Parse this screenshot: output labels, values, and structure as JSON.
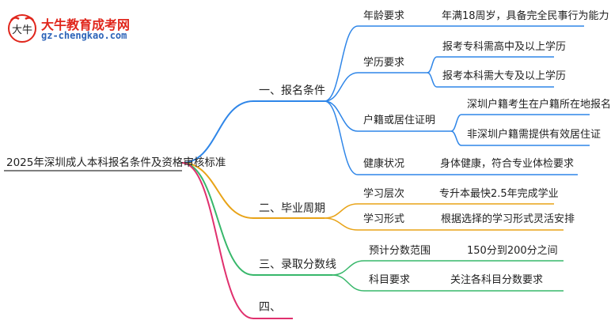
{
  "logo": {
    "title": "大牛教育成考网",
    "url": "gz-chengkao.com",
    "mark_text": "大牛"
  },
  "root": "2025年深圳成人本科报名条件及资格审核标准",
  "branches": [
    {
      "label": "一、报名条件",
      "color": "#2f86e8",
      "children": [
        {
          "label": "年龄要求",
          "leaves": [
            "年满18周岁，具备完全民事行为能力"
          ]
        },
        {
          "label": "学历要求",
          "leaves": [
            "报考专科需高中及以上学历",
            "报考本科需大专及以上学历"
          ]
        },
        {
          "label": "户籍或居住证明",
          "leaves": [
            "深圳户籍考生在户籍所在地报名",
            "非深圳户籍需提供有效居住证"
          ]
        },
        {
          "label": "健康状况",
          "leaves": [
            "身体健康，符合专业体检要求"
          ]
        }
      ]
    },
    {
      "label": "二、毕业周期",
      "color": "#e8a317",
      "children": [
        {
          "label": "学习层次",
          "leaves": [
            "专升本最快2.5年完成学业"
          ]
        },
        {
          "label": "学习形式",
          "leaves": [
            "根据选择的学习形式灵活安排"
          ]
        }
      ]
    },
    {
      "label": "三、录取分数线",
      "color": "#37b76a",
      "children": [
        {
          "label": "预计分数范围",
          "leaves": [
            "150分到200分之间"
          ]
        },
        {
          "label": "科目要求",
          "leaves": [
            "关注各科目分数要求"
          ]
        }
      ]
    },
    {
      "label": "四、",
      "color": "#e0306e",
      "children": []
    }
  ]
}
